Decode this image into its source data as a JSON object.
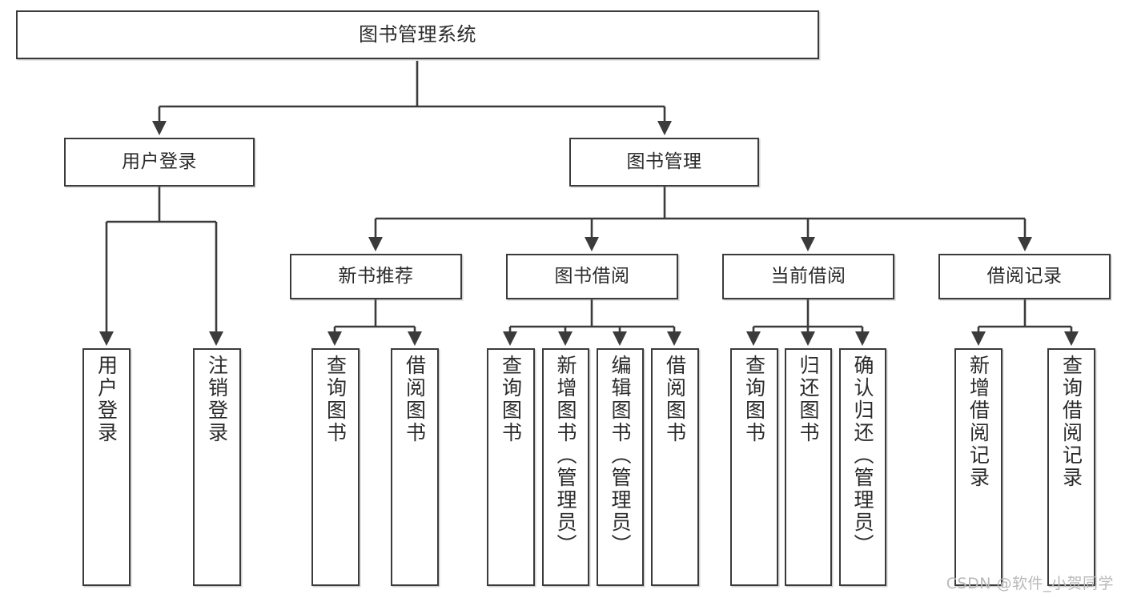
{
  "diagram": {
    "title": "图书管理系统",
    "type": "tree",
    "watermark": "CSDN @软件_小贺同学",
    "colors": {
      "stroke": "#3b3b3b",
      "fill": "#ffffff",
      "text": "#2b2b2b",
      "watermark": "#b9b9b9"
    },
    "nodes": {
      "root": {
        "label": "图书管理系统"
      },
      "level2": [
        {
          "id": "user-login",
          "label": "用户登录"
        },
        {
          "id": "book-manage",
          "label": "图书管理"
        }
      ],
      "level3": [
        {
          "id": "new-book-recommend",
          "label": "新书推荐"
        },
        {
          "id": "book-borrow",
          "label": "图书借阅"
        },
        {
          "id": "current-borrow",
          "label": "当前借阅"
        },
        {
          "id": "borrow-record",
          "label": "借阅记录"
        }
      ],
      "leaves": [
        {
          "id": "leaf-user-login",
          "label": "用户登录",
          "parent": "user-login"
        },
        {
          "id": "leaf-logout-login",
          "label": "注销登录",
          "parent": "user-login"
        },
        {
          "id": "leaf-query-book-1",
          "label": "查询图书",
          "parent": "new-book-recommend"
        },
        {
          "id": "leaf-borrow-book-1",
          "label": "借阅图书",
          "parent": "new-book-recommend"
        },
        {
          "id": "leaf-query-book-2",
          "label": "查询图书",
          "parent": "book-borrow"
        },
        {
          "id": "leaf-add-book",
          "label": "新增图书（管理员）",
          "parent": "book-borrow"
        },
        {
          "id": "leaf-edit-book",
          "label": "编辑图书（管理员）",
          "parent": "book-borrow"
        },
        {
          "id": "leaf-borrow-book-2",
          "label": "借阅图书",
          "parent": "book-borrow"
        },
        {
          "id": "leaf-query-book-3",
          "label": "查询图书",
          "parent": "current-borrow"
        },
        {
          "id": "leaf-return-book",
          "label": "归还图书",
          "parent": "current-borrow"
        },
        {
          "id": "leaf-confirm-return",
          "label": "确认归还（管理员）",
          "parent": "current-borrow"
        },
        {
          "id": "leaf-add-record",
          "label": "新增借阅记录",
          "parent": "borrow-record"
        },
        {
          "id": "leaf-query-record",
          "label": "查询借阅记录",
          "parent": "borrow-record"
        }
      ]
    }
  }
}
